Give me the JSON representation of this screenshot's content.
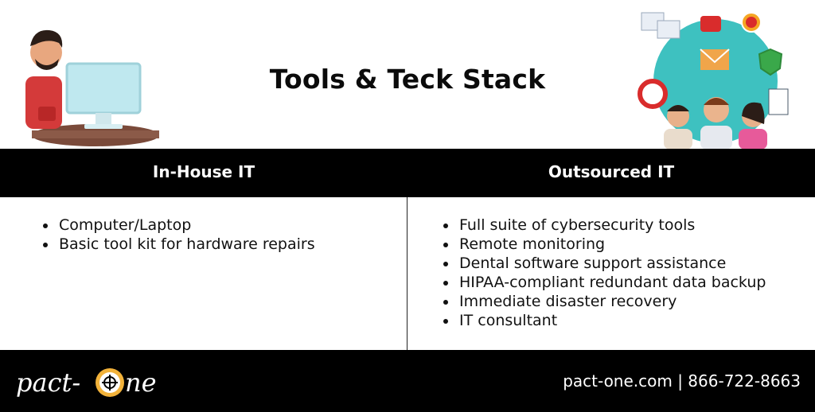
{
  "title": "Tools & Teck Stack",
  "columns": [
    {
      "heading": "In-House IT",
      "items": [
        "Computer/Laptop",
        "Basic tool kit for hardware repairs"
      ]
    },
    {
      "heading": "Outsourced IT",
      "items": [
        "Full suite of cybersecurity tools",
        "Remote monitoring",
        "Dental software support assistance",
        "HIPAA-compliant redundant data backup",
        "Immediate disaster recovery",
        "IT consultant"
      ]
    }
  ],
  "footer": {
    "logo_text_left": "pact-",
    "logo_text_right": "ne",
    "contact": "pact-one.com | 866-722-8663"
  },
  "colors": {
    "header_bar": "#000000",
    "logo_ring": "#f2b23a",
    "teal_circle": "#3ec1c0",
    "red_accent": "#d92c2c"
  }
}
